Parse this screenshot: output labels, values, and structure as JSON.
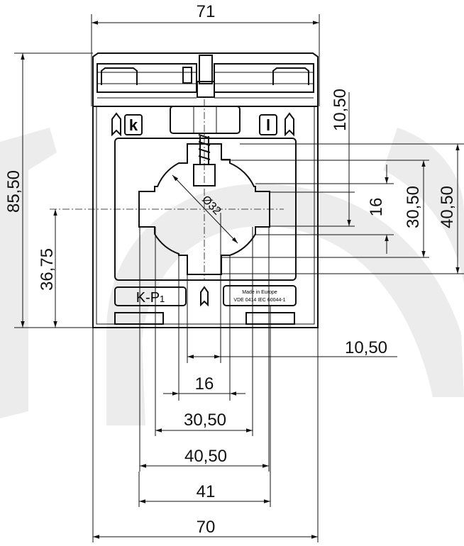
{
  "drawing": {
    "type": "current transformer dimension drawing",
    "colors": {
      "line": "#111111",
      "watermark": "#ececec"
    },
    "dimensions": {
      "overall_width_top": "71",
      "overall_height": "85,50",
      "center_height": "36,75",
      "right_top": "10,50",
      "right_16": "16",
      "right_30_50": "30,50",
      "right_40_50": "40,50",
      "bottom_10_50": "10,50",
      "bottom_16": "16",
      "bottom_30_50": "30,50",
      "bottom_40_50": "40,50",
      "bottom_41": "41",
      "bottom_70": "70",
      "diameter": "32"
    },
    "labels": {
      "terminal_k": "k",
      "terminal_l": "l",
      "model": "K-P",
      "model_sub": "1",
      "made_in": "Made in Europe",
      "standard": "VDE 0414 IEC 60044-1"
    }
  }
}
